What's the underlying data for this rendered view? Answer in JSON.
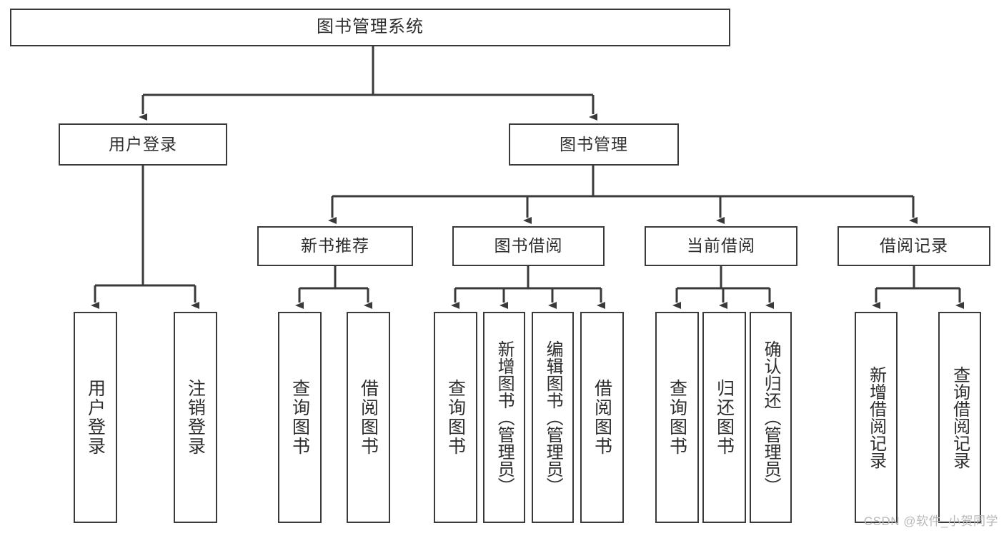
{
  "diagram": {
    "type": "tree",
    "title_node": {
      "id": "root",
      "label": "图书管理系统"
    },
    "level1": [
      {
        "id": "user-login",
        "label": "用户登录"
      },
      {
        "id": "book-management",
        "label": "图书管理"
      }
    ],
    "level2": [
      {
        "id": "new-book-recommend",
        "label": "新书推荐",
        "parent": "book-management"
      },
      {
        "id": "book-borrow",
        "label": "图书借阅",
        "parent": "book-management"
      },
      {
        "id": "current-borrow",
        "label": "当前借阅",
        "parent": "book-management"
      },
      {
        "id": "borrow-record",
        "label": "借阅记录",
        "parent": "book-management"
      }
    ],
    "leaves": {
      "user_login": [
        {
          "id": "leaf-user-login",
          "label": "用户登录"
        },
        {
          "id": "leaf-logout",
          "label": "注销登录"
        }
      ],
      "new_book_recommend": [
        {
          "id": "leaf-query-book-1",
          "label": "查询图书"
        },
        {
          "id": "leaf-borrow-book-1",
          "label": "借阅图书"
        }
      ],
      "book_borrow": [
        {
          "id": "leaf-query-book-2",
          "label": "查询图书"
        },
        {
          "id": "leaf-add-book",
          "label": "新增图书（管理员）"
        },
        {
          "id": "leaf-edit-book",
          "label": "编辑图书（管理员）"
        },
        {
          "id": "leaf-borrow-book-2",
          "label": "借阅图书"
        }
      ],
      "current_borrow": [
        {
          "id": "leaf-query-book-3",
          "label": "查询图书"
        },
        {
          "id": "leaf-return-book",
          "label": "归还图书"
        },
        {
          "id": "leaf-confirm-return",
          "label": "确认归还（管理员）"
        }
      ],
      "borrow_record": [
        {
          "id": "leaf-add-record",
          "label": "新增借阅记录"
        },
        {
          "id": "leaf-query-record",
          "label": "查询借阅记录"
        }
      ]
    },
    "colors": {
      "border": "#3a3a3a",
      "text": "#2d2d2d",
      "background": "#ffffff",
      "edge": "#3a3a3a",
      "watermark": "#b9b9b9"
    }
  },
  "watermark": {
    "text": "CSDN @软件_小贺同学"
  }
}
